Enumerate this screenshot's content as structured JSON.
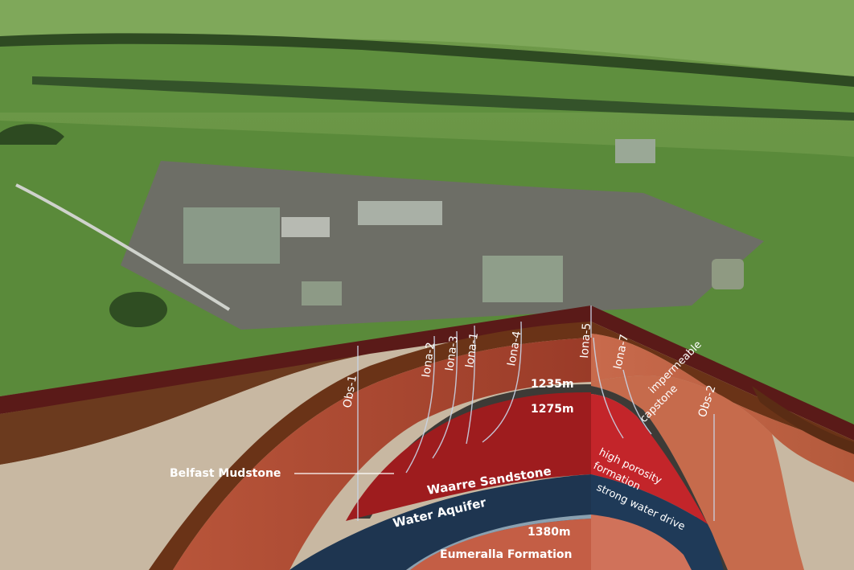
{
  "wells": {
    "obs1": "Obs-1",
    "iona2": "Iona-2",
    "iona3": "Iona-3",
    "iona1": "Iona-1",
    "iona4": "Iona-4",
    "iona5": "Iona-5",
    "iona7": "Iona-7",
    "obs2": "Obs-2"
  },
  "depths": {
    "top": "1235m",
    "mid": "1275m",
    "bottom": "1380m"
  },
  "formations": {
    "belfast": "Belfast Mudstone",
    "waarre": "Waarre Sandstone",
    "aquifer": "Water Aquifer",
    "eumeralla": "Eumeralla Formation"
  },
  "annotations": {
    "capstone_line1": "impermeable",
    "capstone_line2": "capstone",
    "porosity_line1": "high porosity",
    "porosity_line2": "formation",
    "water_drive": "strong water drive"
  }
}
